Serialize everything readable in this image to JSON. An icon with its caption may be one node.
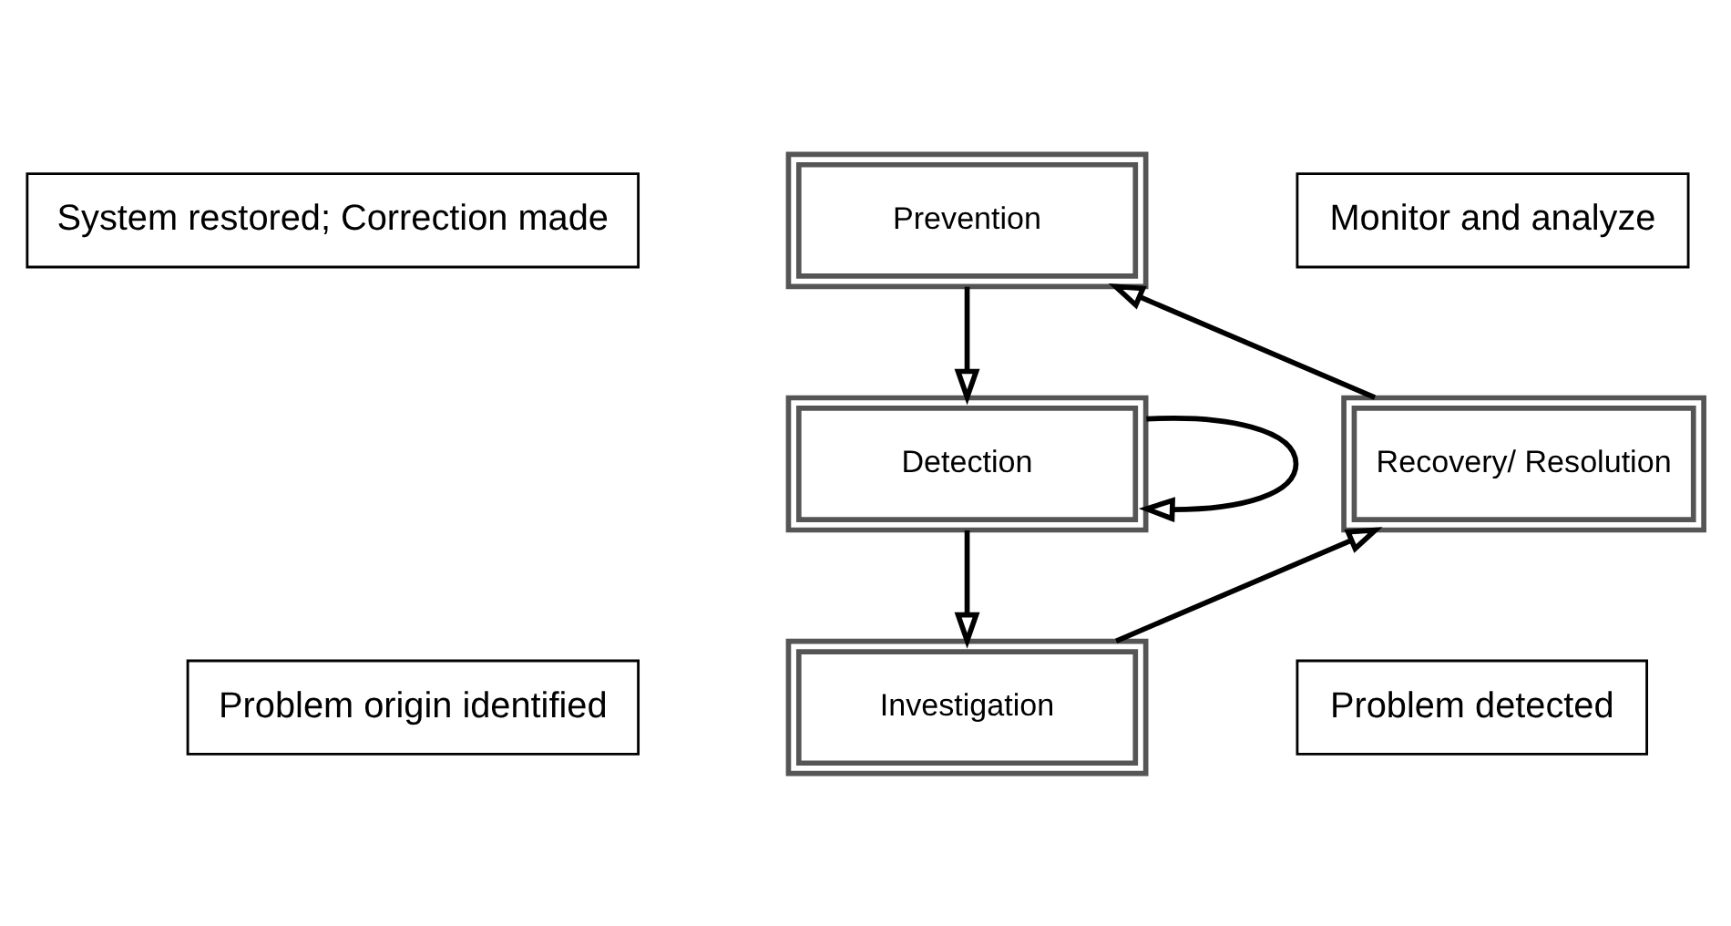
{
  "diagram": {
    "nodes": [
      {
        "text": [
          "System restored; Correction made"
        ]
      },
      {
        "text": [
          "Prevention"
        ]
      },
      {
        "text": [
          "Monitor and analyze"
        ]
      },
      {
        "text": [
          "Detection"
        ]
      },
      {
        "text": [
          "Recovery/ Resolution"
        ]
      },
      {
        "text": [
          "Problem detected"
        ]
      },
      {
        "text": [
          "Problem origin identified"
        ]
      },
      {
        "text": [
          "Investigation"
        ]
      }
    ],
    "edges": [
      {
        "from": 1,
        "to": 3,
        "arrow": "to"
      },
      {
        "from": 3,
        "to": 3,
        "arrow": "to"
      },
      {
        "from": 3,
        "to": 7,
        "arrow": "to"
      },
      {
        "from": 7,
        "to": 4,
        "arrow": "to"
      },
      {
        "from": 4,
        "to": 1,
        "arrow": "to"
      }
    ]
  }
}
